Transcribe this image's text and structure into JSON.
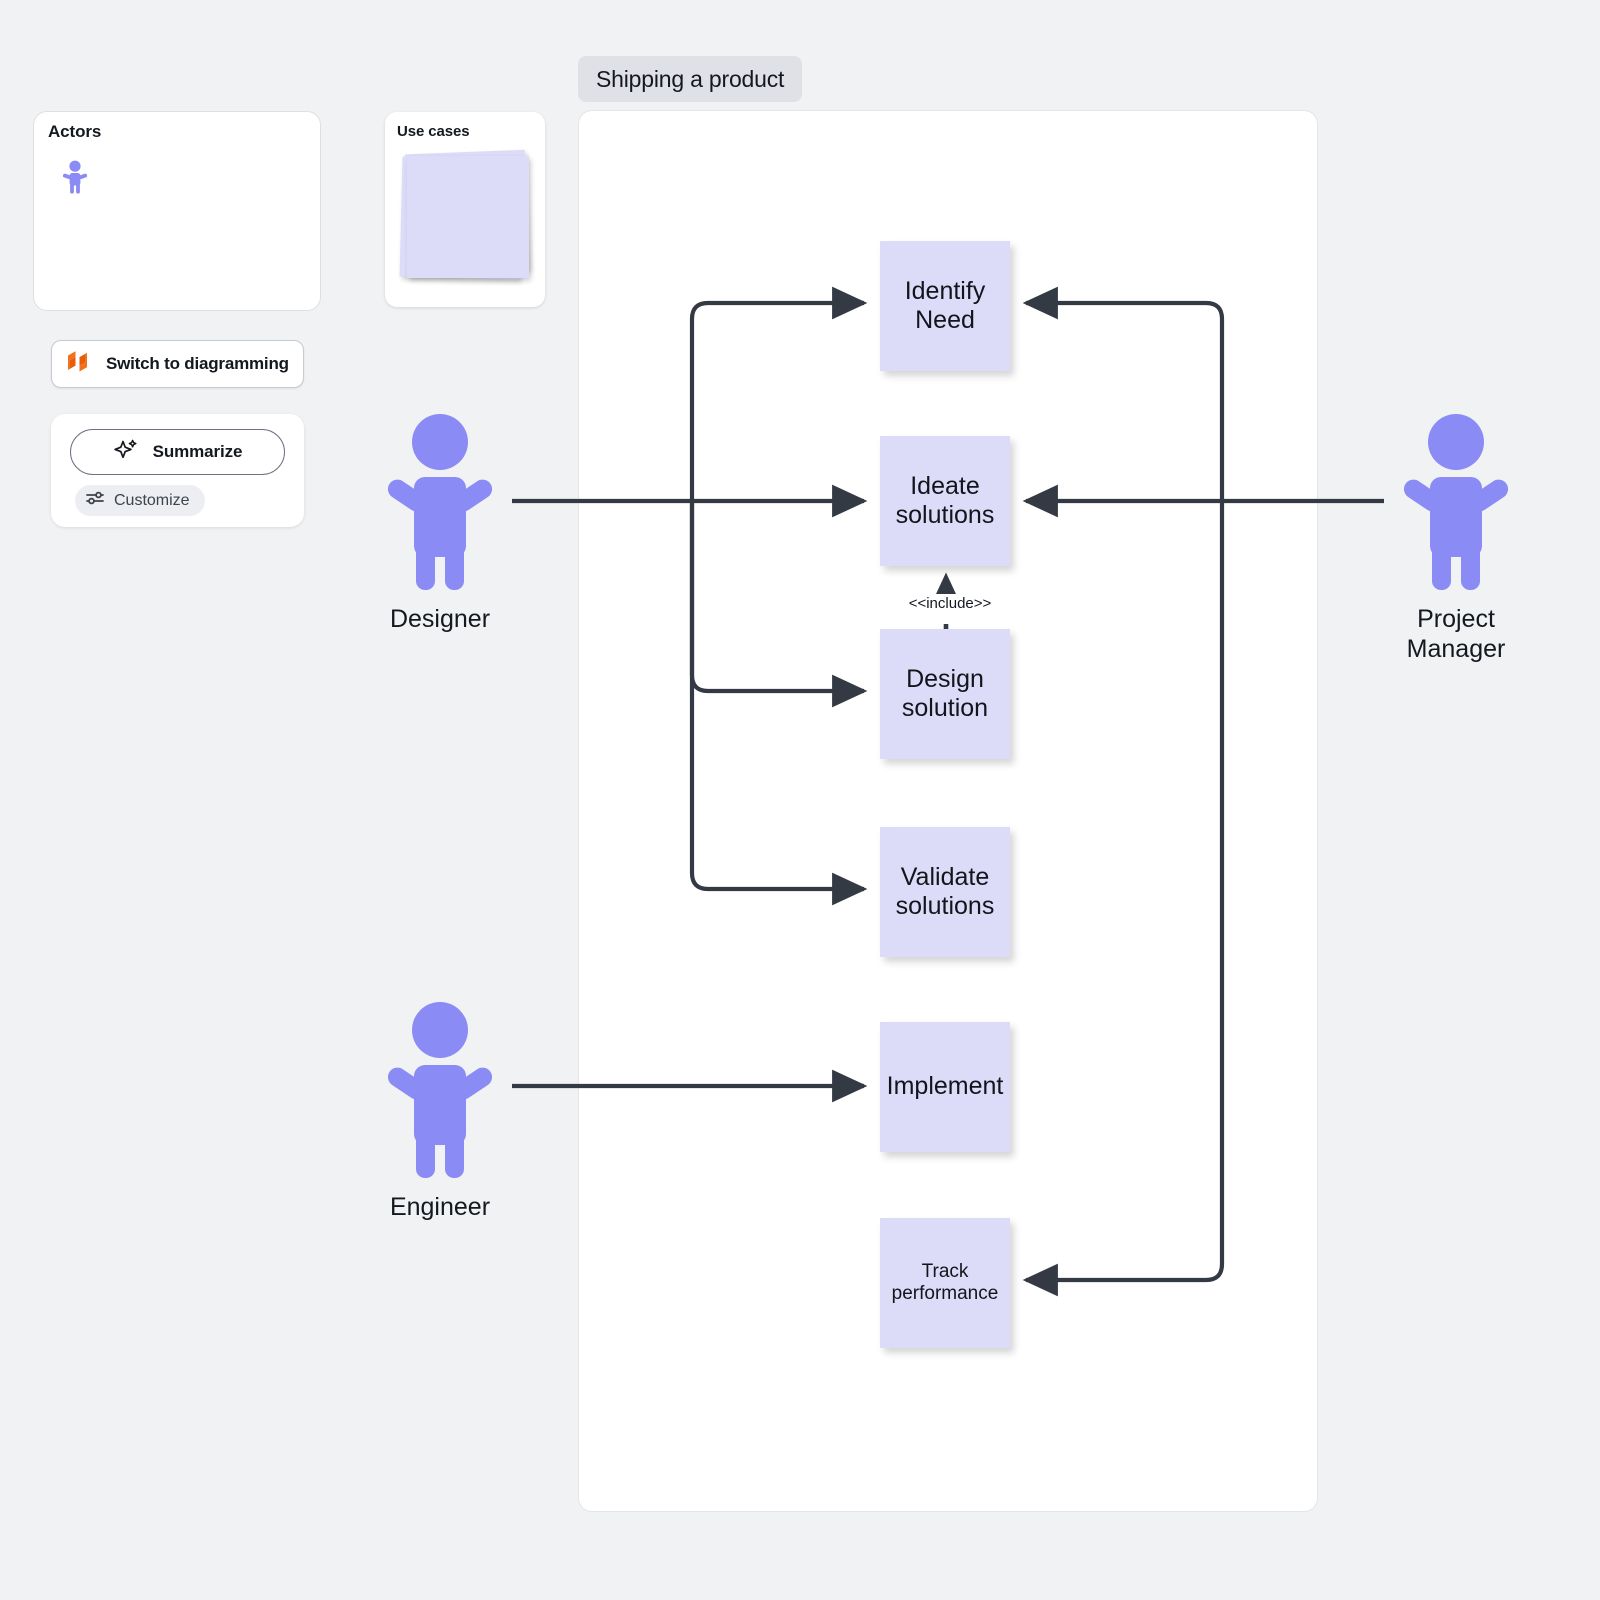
{
  "panels": {
    "actors": {
      "title": "Actors",
      "icon": "actor-icon"
    },
    "use_cases": {
      "title": "Use cases",
      "note_count": 3
    }
  },
  "toolbar": {
    "switch_button": {
      "label": "Switch to diagramming",
      "icon": "lucid-logo-icon"
    },
    "summarize_button": {
      "label": "Summarize",
      "icon": "sparkle-icon"
    },
    "customize_chip": {
      "label": "Customize",
      "icon": "sliders-icon"
    }
  },
  "diagram": {
    "title": "Shipping a product",
    "actors": [
      {
        "id": "designer",
        "label": "Designer"
      },
      {
        "id": "engineer",
        "label": "Engineer"
      },
      {
        "id": "project-manager",
        "label": "Project\nManager"
      }
    ],
    "use_cases": [
      {
        "id": "identify-need",
        "label": "Identify\nNeed",
        "size": "big"
      },
      {
        "id": "ideate-solutions",
        "label": "Ideate\nsolutions",
        "size": "big"
      },
      {
        "id": "design-solution",
        "label": "Design\nsolution",
        "size": "big"
      },
      {
        "id": "validate-solutions",
        "label": "Validate\nsolutions",
        "size": "big"
      },
      {
        "id": "implement",
        "label": "Implement",
        "size": "big"
      },
      {
        "id": "track-performance",
        "label": "Track\nperformance",
        "size": "small"
      }
    ],
    "relationships": [
      {
        "from": "designer",
        "to": "identify-need"
      },
      {
        "from": "designer",
        "to": "ideate-solutions"
      },
      {
        "from": "designer",
        "to": "design-solution"
      },
      {
        "from": "designer",
        "to": "validate-solutions"
      },
      {
        "from": "engineer",
        "to": "implement"
      },
      {
        "from": "project-manager",
        "to": "identify-need"
      },
      {
        "from": "project-manager",
        "to": "ideate-solutions"
      },
      {
        "from": "project-manager",
        "to": "track-performance"
      },
      {
        "from": "design-solution",
        "to": "ideate-solutions",
        "stereotype": "<<include>>",
        "style": "dashed"
      }
    ],
    "include_label": "<<include>>"
  },
  "colors": {
    "page_background": "#f1f2f4",
    "canvas": "#ffffff",
    "note_fill": "#dcdcf8",
    "actor_purple": "#8b8bf5",
    "edge": "#343a43",
    "brand_orange": "#f2711c",
    "title_chip": "#dfe1e6"
  }
}
